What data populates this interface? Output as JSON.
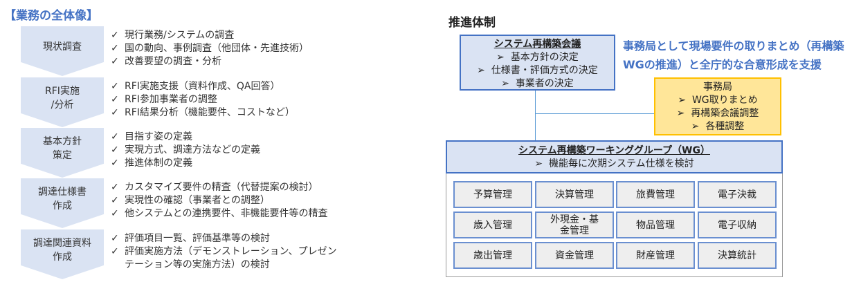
{
  "left": {
    "title": "【業務の全体像】",
    "phases": [
      {
        "label": "現状調査",
        "items": [
          "現行業務/システムの調査",
          "国の動向、事例調査（他団体・先進技術）",
          "改善要望の調査・分析"
        ]
      },
      {
        "label": "RFI実施\n/分析",
        "items": [
          "RFI実施支援（資料作成、QA回答）",
          "RFI参加事業者の調整",
          "RFI結果分析（機能要件、コストなど）"
        ]
      },
      {
        "label": "基本方針\n策定",
        "items": [
          "目指す姿の定義",
          "実現方式、調達方法などの定義",
          "推進体制の定義"
        ]
      },
      {
        "label": "調達仕様書\n作成",
        "items": [
          "カスタマイズ要件の精査（代替提案の検討）",
          "実現性の確認（事業者との調整）",
          "他システムとの連携要件、非機能要件等の精査"
        ]
      },
      {
        "label": "調達関連資料\n作成",
        "items": [
          "評価項目一覧、評価基準等の検討",
          "評価実施方法（デモンストレーション、プレゼン",
          "テーション等の実施方法）の検討"
        ]
      }
    ],
    "check": "✓"
  },
  "right": {
    "title": "推進体制",
    "council": {
      "title": "システム再構築会議",
      "items": [
        "基本方針の決定",
        "仕様書・評価方式の決定",
        "事業者の決定"
      ]
    },
    "note": [
      "事務局として現場要件の取りまとめ（再構築",
      "WGの推進）と全庁的な合意形成を支援"
    ],
    "secretariat": {
      "title": "事務局",
      "items": [
        "WG取りまとめ",
        "再構築会議調整",
        "各種調整"
      ]
    },
    "wg": {
      "title": "システム再構築ワーキンググループ（WG）",
      "items": [
        "機能毎に次期システム仕様を検討"
      ]
    },
    "functions": [
      "予算管理",
      "決算管理",
      "旅費管理",
      "電子決裁",
      "歳入管理",
      "外現金・基\n金管理",
      "物品管理",
      "電子収納",
      "歳出管理",
      "資金管理",
      "財産管理",
      "決算統計"
    ],
    "bullet": "➢"
  }
}
